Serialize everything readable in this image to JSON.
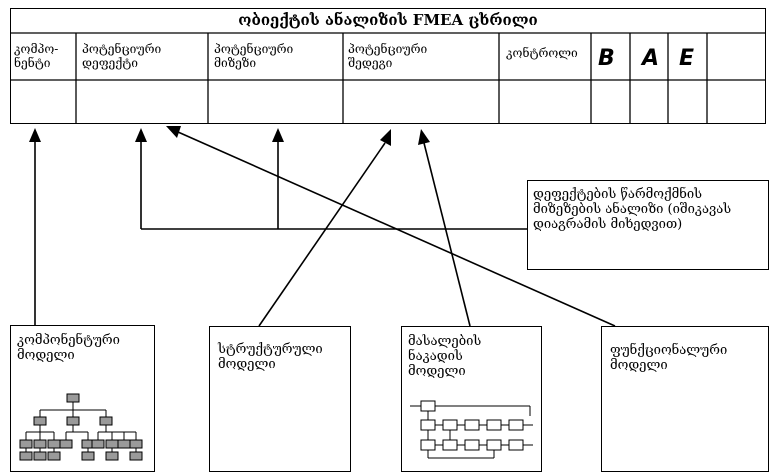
{
  "table": {
    "title": "ობიექტის ანალიზის FMEA ცხრილი",
    "columns": [
      "კომპო-\nნენტი",
      "პოტენციური\nდეფექტი",
      "პოტენციური\nმიზეზი",
      "პოტენციური\nშედეგი",
      "კონტროლი",
      "B",
      "A",
      "E"
    ]
  },
  "boxes": {
    "analysis": "დეფექტების წარმოქმნის\nმიზეზების ანალიზი (იშიკავას\nდიაგრამის მიხედვით)",
    "component_model": "კომპონენტური\nმოდელი",
    "structural_model": "სტრუქტურული\nმოდელი",
    "material_flow_model": "მასალების\nნაკადის\nმოდელი",
    "functional_model": "ფუნქციონალური\nმოდელი"
  }
}
